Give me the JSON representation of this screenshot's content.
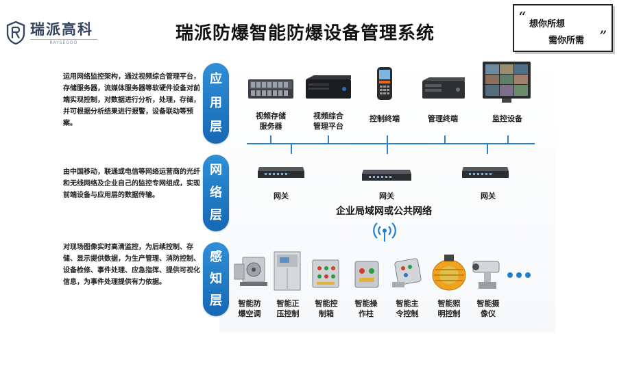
{
  "header": {
    "logo_name": "瑞派高科",
    "logo_sub": "RAYSEGOO",
    "title": "瑞派防爆智能防爆设备管理系统",
    "slogan_line1": "想你所想",
    "slogan_line2": "需你所需"
  },
  "layers": [
    {
      "label": [
        "应",
        "用",
        "层"
      ],
      "description": "运用网络监控架构，通过视频综合管理平台，存储服务器，流媒体服务器等软硬件设备对前端实现控制，对数据进行分析，处理，存储，并可根据分析结果进行报警，设备联动等预案。"
    },
    {
      "label": [
        "网",
        "络",
        "层"
      ],
      "description": "由中国移动，联通或电信等网络运营商的光纤和无线网络及企业自己的监控专网组成，实现前端设备与应用层的数据传输。"
    },
    {
      "label": [
        "感",
        "知",
        "层"
      ],
      "description": "对现场图像实时高清监控，为后续控制、存储、显示提供数据，为生产管理、消防控制、设备检修、事件处理、应急指挥、提供可视化信息，为事件处理提供有力依据。"
    }
  ],
  "application_devices": [
    {
      "line1": "视频存储",
      "line2": "服务器"
    },
    {
      "line1": "视频综合",
      "line2": "管理平台"
    },
    {
      "line1": "控制终端",
      "line2": ""
    },
    {
      "line1": "管理终端",
      "line2": ""
    },
    {
      "line1": "监控设备",
      "line2": ""
    }
  ],
  "gateways": [
    "网关",
    "网关",
    "网关"
  ],
  "network_label": "企业局域网或公共网络",
  "sensing_devices": [
    {
      "line1": "智能防",
      "line2": "爆空调"
    },
    {
      "line1": "智能正",
      "line2": "压控制"
    },
    {
      "line1": "智能控",
      "line2": "制箱"
    },
    {
      "line1": "智能操",
      "line2": "作柱"
    },
    {
      "line1": "智能主",
      "line2": "令控制"
    },
    {
      "line1": "智能照",
      "line2": "明控制"
    },
    {
      "line1": "智能摄",
      "line2": "像仪"
    }
  ],
  "colors": {
    "accent": "#1e7fd0",
    "pill": "#1a73c0",
    "text": "#222222"
  }
}
